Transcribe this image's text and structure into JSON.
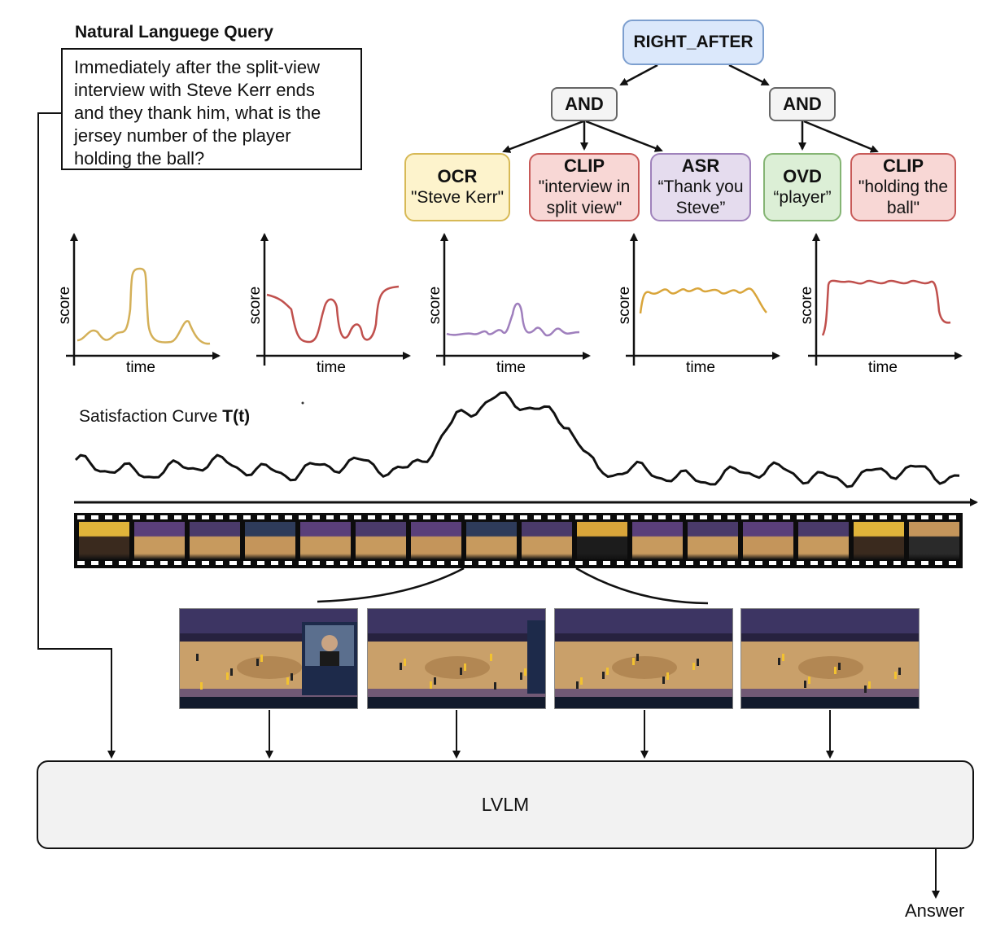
{
  "query": {
    "title": "Natural Languege Query",
    "text": "Immediately after the split-view interview with Steve Kerr ends and they thank him, what is the jersey number of the player holding the ball?"
  },
  "tree": {
    "root": "RIGHT_AFTER",
    "and_left": "AND",
    "and_right": "AND",
    "leaves": [
      {
        "op": "OCR",
        "arg": "\"Steve Kerr\"",
        "color": "#fdf3cc"
      },
      {
        "op": "CLIP",
        "arg": "\"interview in split view\"",
        "color": "#f8d7d5"
      },
      {
        "op": "ASR",
        "arg": "“Thank you Steve”",
        "color": "#e5dcee"
      },
      {
        "op": "OVD",
        "arg": "“player”",
        "color": "#dcefd6"
      },
      {
        "op": "CLIP",
        "arg": "\"holding the ball\"",
        "color": "#f8d7d5"
      }
    ]
  },
  "score_plots": [
    {
      "ylabel": "score",
      "xlabel": "time",
      "color": "#d4b058"
    },
    {
      "ylabel": "score",
      "xlabel": "time",
      "color": "#c0504d"
    },
    {
      "ylabel": "score",
      "xlabel": "time",
      "color": "#9f7fbd"
    },
    {
      "ylabel": "score",
      "xlabel": "time",
      "color": "#d9a53a"
    },
    {
      "ylabel": "score",
      "xlabel": "time",
      "color": "#c0504d"
    }
  ],
  "satisfaction": {
    "label": "Satisfaction Curve ",
    "symbol": "T(t)"
  },
  "film": {
    "frame_count": 16
  },
  "keyframes": {
    "count": 4
  },
  "lvlm": {
    "label": "LVLM"
  },
  "answer": {
    "label": "Answer"
  }
}
